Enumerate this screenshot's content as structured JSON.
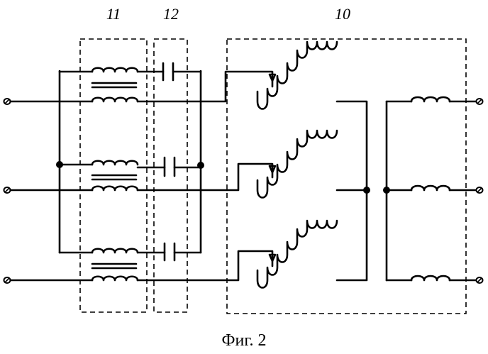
{
  "labels": {
    "block_11": "11",
    "block_12": "12",
    "block_10": "10"
  },
  "caption": "Фиг. 2"
}
